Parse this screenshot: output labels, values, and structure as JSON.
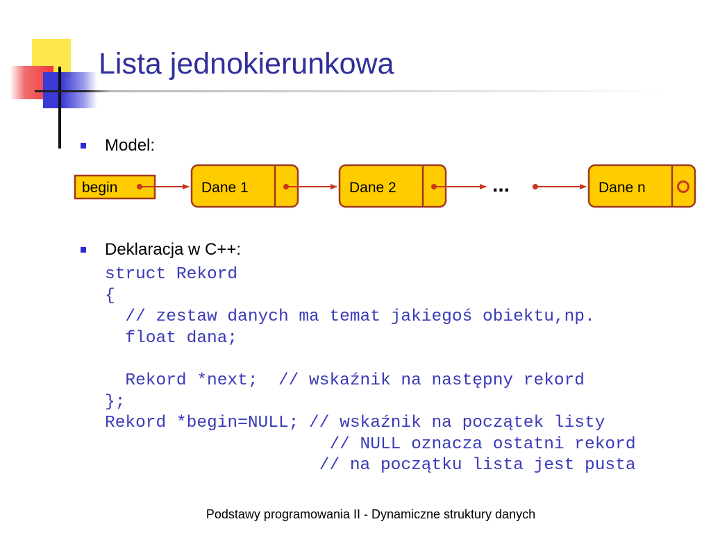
{
  "title": "Lista jednokierunkowa",
  "bullets": [
    "Model:",
    "Deklaracja w C++:"
  ],
  "diagram": {
    "head_label": "begin",
    "nodes": [
      "Dane 1",
      "Dane 2",
      "Dane n"
    ],
    "ellipsis": "..."
  },
  "code_lines": [
    "struct Rekord",
    "{",
    "  // zestaw danych ma temat jakiegoś obiektu,np.",
    "  float dana;",
    "",
    "  Rekord *next;  // wskaźnik na następny rekord",
    "};",
    "Rekord *begin=NULL; // wskaźnik na początek listy",
    "                      // NULL oznacza ostatni rekord",
    "                     // na początku lista jest pusta"
  ],
  "footer": "Podstawy programowania II - Dynamiczne struktury danych",
  "colors": {
    "title": "#2f2f9a",
    "code": "#3a3ab8",
    "node_fill": "#ffcc00",
    "node_border": "#a0391e",
    "arrow": "#c8381e",
    "bullet": "#2b2bd0"
  }
}
